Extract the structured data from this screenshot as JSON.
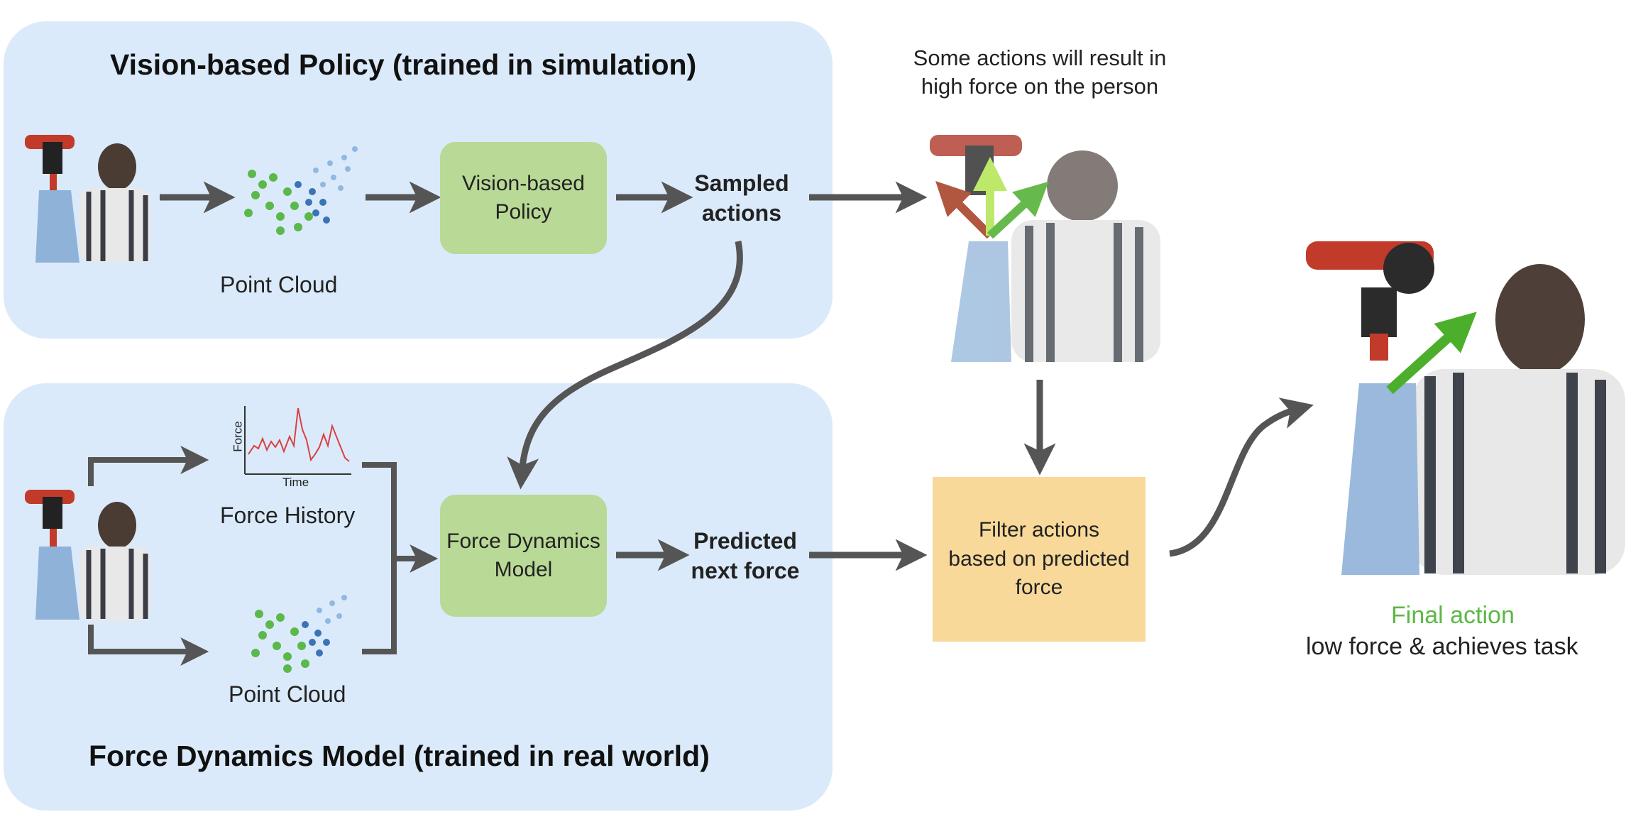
{
  "top_panel": {
    "title": "Vision-based Policy (trained in simulation)",
    "point_cloud_label": "Point Cloud",
    "policy_box": "Vision-based Policy",
    "sampled_actions": "Sampled actions"
  },
  "bottom_panel": {
    "title": "Force Dynamics Model (trained in real world)",
    "force_history_label": "Force History",
    "plot_ylabel": "Force",
    "plot_xlabel": "Time",
    "point_cloud_label": "Point Cloud",
    "model_box": "Force Dynamics Model",
    "predicted_next_force": "Predicted next force"
  },
  "middle": {
    "caption": "Some actions will result in high force on the person",
    "filter_box": "Filter actions based on predicted force"
  },
  "right": {
    "final_action": "Final action",
    "final_desc": "low force & achieves task"
  },
  "colors": {
    "panel_bg": "#dbeafa",
    "green_box": "#b9d996",
    "orange_box": "#f8d99a",
    "arrow": "#555555",
    "final_action_text": "#5cb845",
    "red_arrow": "#a53a1e",
    "green_arrow": "#4caf2c",
    "light_green_arrow": "#b3e44f",
    "force_line": "#d94040"
  }
}
